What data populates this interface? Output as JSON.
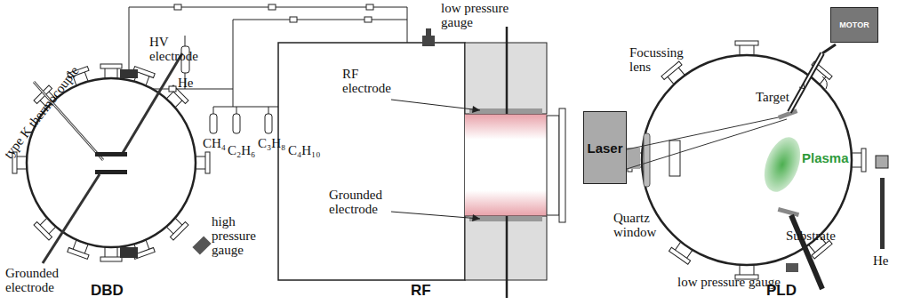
{
  "diagram": {
    "nodes": [
      {
        "text": [
          "Laser"
        ]
      },
      {
        "text": [
          "MOTOR"
        ]
      }
    ],
    "labels": [
      "type K thermocouple",
      "HV electrode",
      "He",
      "Grounded electrode",
      "high pressure gauge",
      "CH₄",
      "C₂H₆",
      "C₃H₈",
      "C₄H₁₀",
      "low pressure gauge",
      "RF electrode",
      "Grounded electrode",
      "Focussing lens",
      "Target",
      "Plasma",
      "Quartz window",
      "Substrate",
      "low pressure gauge",
      "He",
      "DBD",
      "RF",
      "PLD"
    ]
  }
}
